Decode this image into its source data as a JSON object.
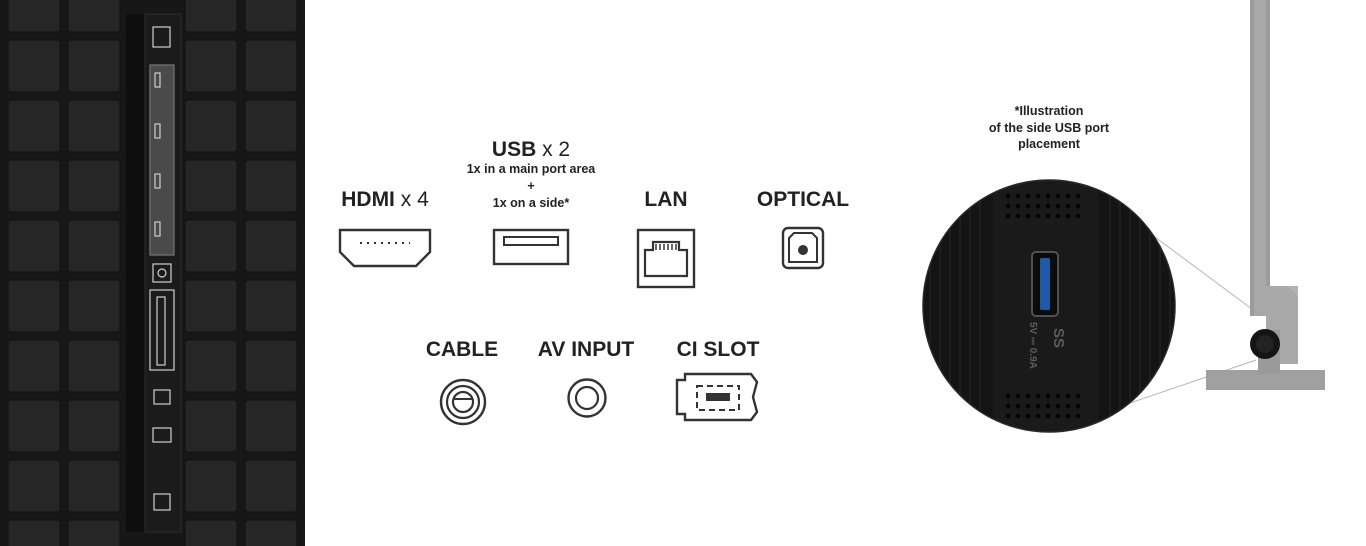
{
  "ports": {
    "hdmi": {
      "name": "HDMI",
      "multiplier": "x 4",
      "icon": "hdmi-port-icon"
    },
    "usb": {
      "name": "USB",
      "multiplier": "x 2",
      "icon": "usb-port-icon",
      "note_line1": "1x in a main port area",
      "note_line2": "+",
      "note_line3": "1x on a side*"
    },
    "lan": {
      "name": "LAN",
      "icon": "ethernet-port-icon"
    },
    "optical": {
      "name": "OPTICAL",
      "icon": "optical-port-icon"
    },
    "cable": {
      "name": "CABLE",
      "icon": "coaxial-port-icon"
    },
    "av_input": {
      "name": "AV INPUT",
      "icon": "av-input-port-icon"
    },
    "ci_slot": {
      "name": "CI SLOT",
      "icon": "ci-slot-icon"
    }
  },
  "side_illustration": {
    "note_line1": "*Illustration",
    "note_line2": "of the side USB port",
    "note_line3": "placement",
    "usb_label": "SS",
    "power_label": "5V ⎓ 0.9A"
  },
  "colors": {
    "panel_dark": "#1d1d1d",
    "tile": "#262626",
    "usb_blue": "#1f5aa8",
    "icon_stroke": "#333333"
  }
}
